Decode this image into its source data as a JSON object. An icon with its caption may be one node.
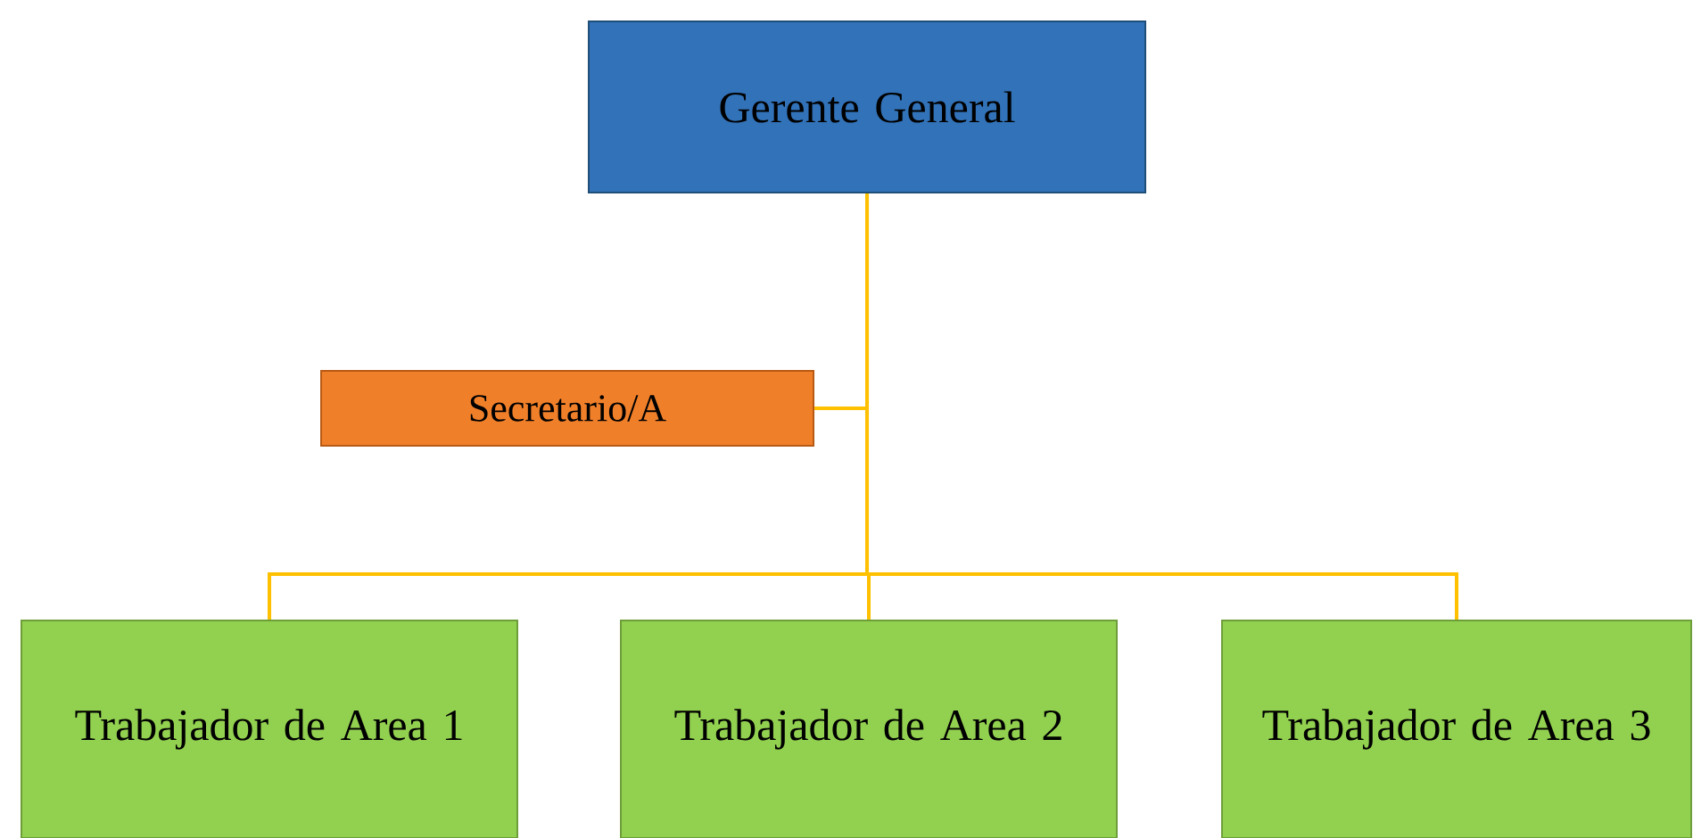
{
  "diagram": {
    "nodes": [
      {
        "text": [
          "Gerente General"
        ]
      },
      {
        "text": [
          "Secretario/A"
        ]
      },
      {
        "text": [
          "Trabajador de Area 1"
        ]
      },
      {
        "text": [
          "Trabajador de Area 2"
        ]
      },
      {
        "text": [
          "Trabajador de Area 3"
        ]
      }
    ],
    "edges": [
      {
        "from": 0,
        "to": 1,
        "arrow": "none"
      },
      {
        "from": 0,
        "to": 2,
        "arrow": "none"
      },
      {
        "from": 0,
        "to": 3,
        "arrow": "none"
      },
      {
        "from": 0,
        "to": 4,
        "arrow": "none"
      }
    ]
  }
}
